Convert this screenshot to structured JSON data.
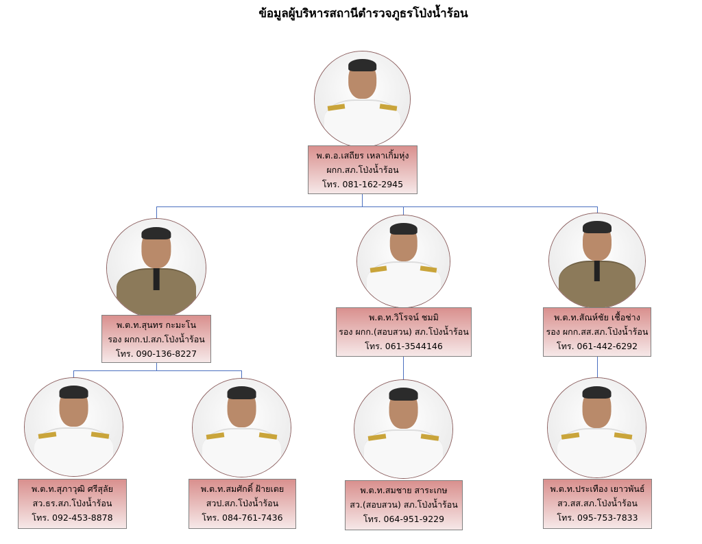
{
  "title": "ข้อมูลผู้บริหารสถานีตำรวจภูธรโป่งน้ำร้อน",
  "colors": {
    "connector": "#4a6fbf",
    "box_top": "#d9908e",
    "box_bottom": "#f6e8e8"
  },
  "people": [
    {
      "name": "พ.ต.อ.เสถียร  เหลาเกิ้มหุ่ง",
      "position": "ผกก.สภ.โป่งน้ำร้อน",
      "phone": "โทร. 081-162-2945"
    },
    {
      "name": "พ.ต.ท.สุนทร  กะมะโน",
      "position": "รอง ผกก.ป.สภ.โป่งน้ำร้อน",
      "phone": "โทร. 090-136-8227"
    },
    {
      "name": "พ.ต.ท.วิโรจน์  ชมมิ",
      "position": "รอง ผกก.(สอบสวน) สภ.โป่งน้ำร้อน",
      "phone": "โทร. 061-3544146"
    },
    {
      "name": "พ.ต.ท.สัณห์ชัย  เชื้อช่าง",
      "position": "รอง ผกก.สส.สภ.โป่งน้ำร้อน",
      "phone": "โทร. 061-442-6292"
    },
    {
      "name": "พ.ต.ท.สุภาวุฒิ  ศรีสุลัย",
      "position": "สว.ธร.สภ.โป่งน้ำร้อน",
      "phone": "โทร. 092-453-8878"
    },
    {
      "name": "พ.ต.ท.สมศักดิ์ ฝ้ายเตย",
      "position": "สวป.สภ.โป่งน้ำร้อน",
      "phone": "โทร. 084-761-7436"
    },
    {
      "name": "พ.ต.ท.สมชาย สาระเกษ",
      "position": "สว.(สอบสวน) สภ.โป่งน้ำร้อน",
      "phone": "โทร. 064-951-9229"
    },
    {
      "name": "พ.ต.ท.ประเทือง เยาวพันธ์",
      "position": "สว.สส.สภ.โป่งน้ำร้อน",
      "phone": "โทร. 095-753-7833"
    }
  ]
}
